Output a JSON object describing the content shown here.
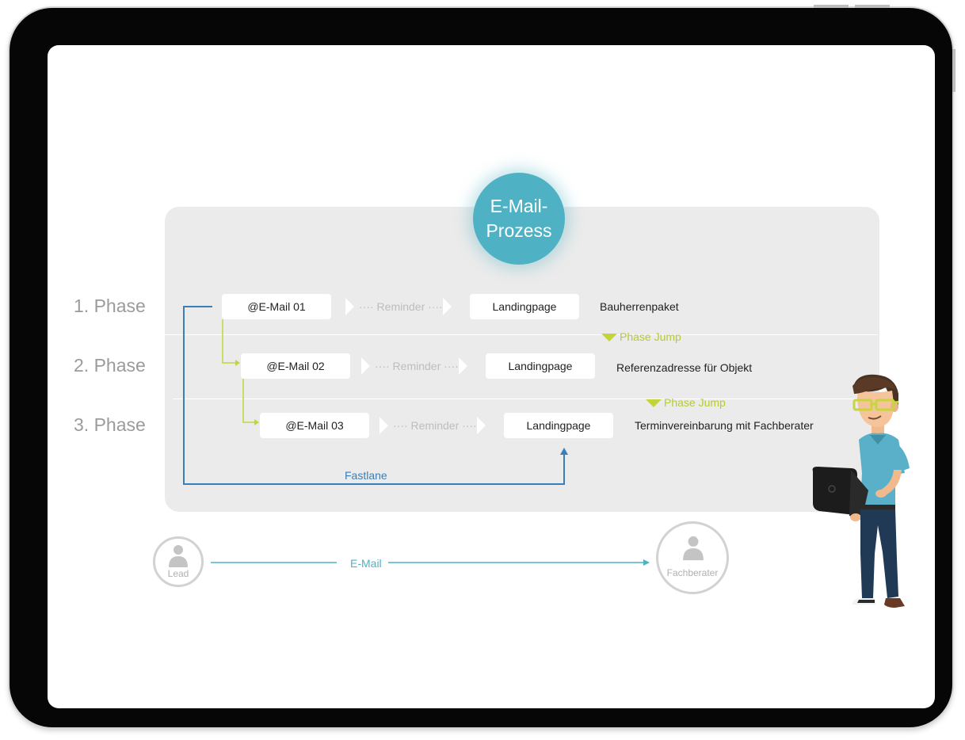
{
  "process": {
    "title_line1": "E-Mail-",
    "title_line2": "Prozess"
  },
  "phases": [
    {
      "label": "1. Phase",
      "email": "@E-Mail 01",
      "reminder": "Reminder",
      "landing": "Landingpage",
      "outcome": "Bauherrenpaket"
    },
    {
      "label": "2. Phase",
      "email": "@E-Mail 02",
      "reminder": "Reminder",
      "landing": "Landingpage",
      "outcome": "Referenzadresse für Objekt"
    },
    {
      "label": "3. Phase",
      "email": "@E-Mail 03",
      "reminder": "Reminder",
      "landing": "Landingpage",
      "outcome": "Terminvereinbarung mit Fachberater"
    }
  ],
  "phase_jump_label": "Phase Jump",
  "fastlane_label": "Fastlane",
  "flow": {
    "from": "Lead",
    "via": "E-Mail",
    "to": "Fachberater"
  },
  "colors": {
    "accent_teal": "#4fb2c4",
    "fastlane_blue": "#3b7fb8",
    "phase_jump_green": "#c3d43b"
  }
}
